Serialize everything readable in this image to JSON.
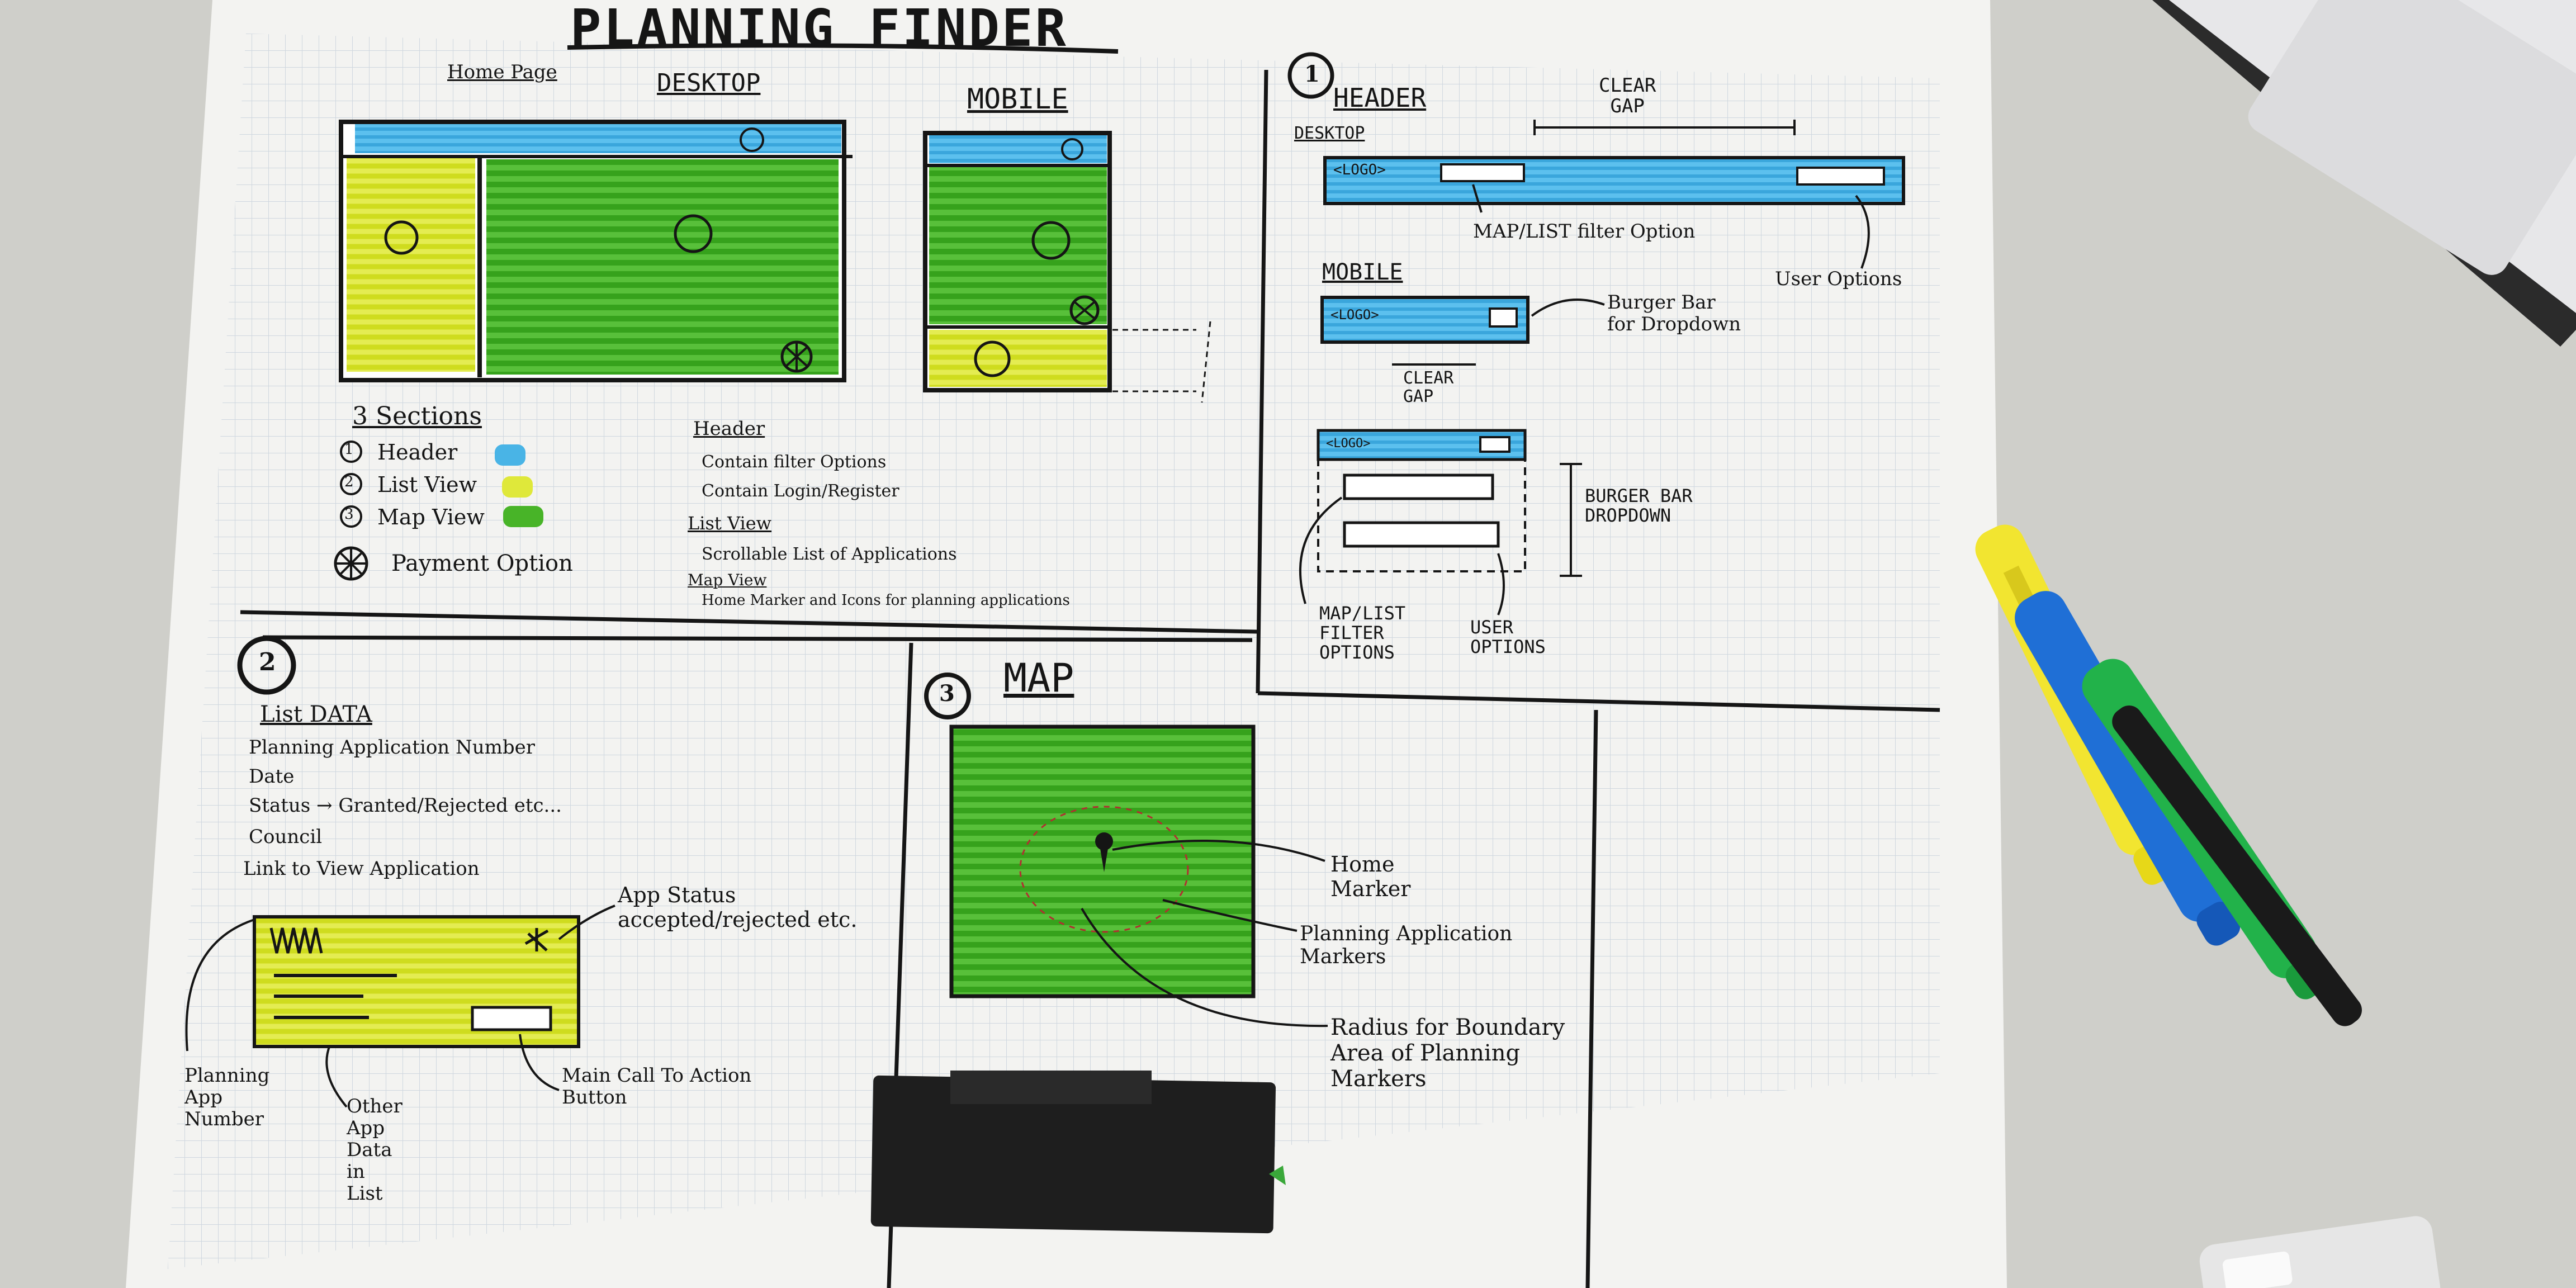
{
  "title": "PLANNING FINDER",
  "colors": {
    "table": "#cfcfca",
    "paper": "#f3f3f1",
    "grid": "#c9d2dc",
    "ink": "#151515",
    "header_blue": "#3fb0e6",
    "list_yellow": "#dfe83a",
    "map_green": "#48b428",
    "pen_yellow": "#f2e530",
    "pen_blue": "#1f6fd6",
    "pen_green": "#22b24a",
    "pen_black": "#1a1a1a"
  },
  "section_home": {
    "home_page": "Home Page",
    "desktop": "DESKTOP",
    "mobile": "MOBILE",
    "sections_title": "3 Sections",
    "legend": [
      "Header",
      "List View",
      "Map View"
    ],
    "legend_numbers": [
      "1",
      "2",
      "3"
    ],
    "payment": "Payment Option",
    "notes": {
      "header_title": "Header",
      "header_items": [
        "Contain filter Options",
        "Contain Login/Register"
      ],
      "list_title": "List View",
      "list_items": [
        "Scrollable List of Applications"
      ],
      "map_title": "Map View",
      "map_items": [
        "Home Marker and Icons for planning applications"
      ]
    }
  },
  "section_header": {
    "number": "1",
    "title": "HEADER",
    "desktop": "DESKTOP",
    "logo": "<LOGO>",
    "clear_gap": "CLEAR\nGAP",
    "map_list_filter": "MAP/LIST filter Option",
    "user_options": "User Options",
    "mobile": "MOBILE",
    "burger_bar": "Burger Bar\nfor Dropdown",
    "clear_gap_mobile": "CLEAR\nGAP",
    "burger_dropdown": "BURGER BAR\nDROPDOWN",
    "map_list_filter_options": "MAP/LIST\nFILTER\nOPTIONS",
    "user_options_caps": "USER\nOPTIONS"
  },
  "section_list": {
    "number": "2",
    "title": "List DATA",
    "items": [
      "Planning Application Number",
      "Date",
      "Status → Granted/Rejected etc...",
      "Council",
      "Link to View Application"
    ],
    "app_status": "App Status\naccepted/rejected etc.",
    "planning_app_number": "Planning\nApp\nNumber",
    "other_app_data": "Other\nApp\nData\nin\nList",
    "main_cta": "Main Call To Action\nButton"
  },
  "section_map": {
    "number": "3",
    "title": "MAP",
    "home_marker": "Home\nMarker",
    "planning_markers": "Planning Application\nMarkers",
    "radius": "Radius for Boundary\nArea of Planning\nMarkers"
  }
}
